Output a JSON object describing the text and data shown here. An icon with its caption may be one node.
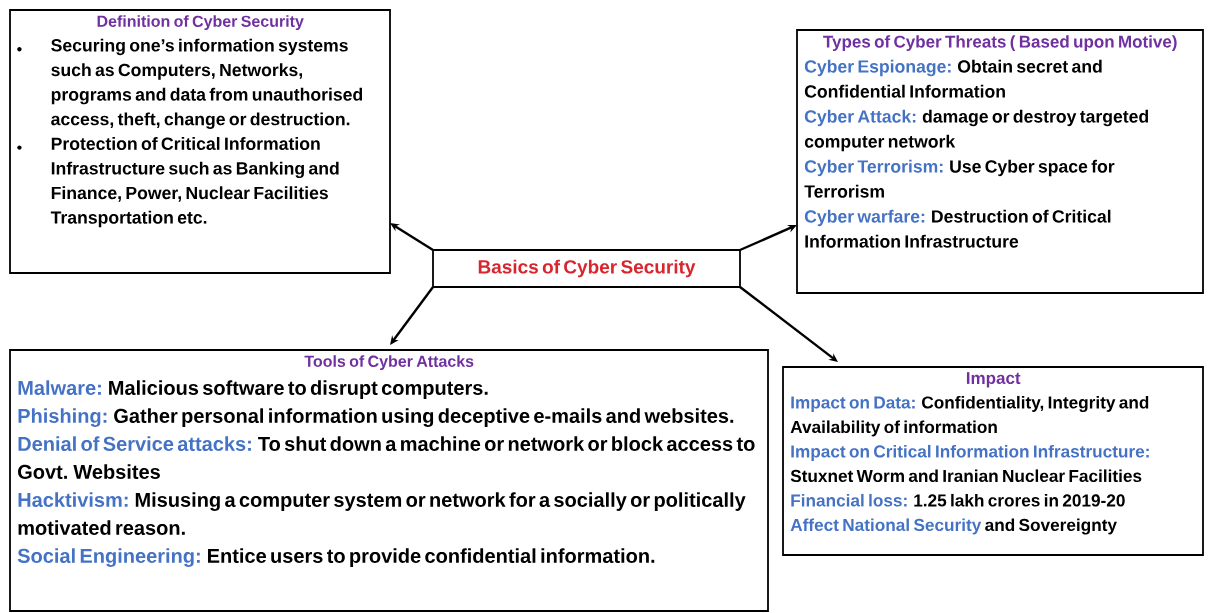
{
  "diagram": {
    "nodes": [
      {
        "text": [
          "Definition of Cyber Security",
          "Securing one’s information systems such as Computers, Networks, programs and data from unauthorised access, theft, change or destruction.",
          "Protection of Critical Information Infrastructure such as Banking and Finance, Power, Nuclear Facilities Transportation etc."
        ]
      },
      {
        "text": [
          "Types of Cyber Threats ( Based upon Motive)",
          "Cyber Espionage:",
          "Obtain secret and Confidential Information",
          "Cyber Attack:",
          "damage or destroy targeted computer network",
          "Cyber Terrorism:",
          "Use Cyber space for Terrorism",
          "Cyber warfare:",
          "Destruction of Critical Information Infrastructure"
        ]
      },
      {
        "text": [
          "Basics of Cyber Security"
        ]
      },
      {
        "text": [
          "Tools of Cyber Attacks",
          "Malware:",
          "Malicious software to disrupt computers.",
          "Phishing:",
          "Gather personal information using deceptive e-mails and websites.",
          "Denial of Service attacks:",
          "To shut down a machine or network or block access to Govt. Websites",
          "Hacktivism:",
          "Misusing a computer system or network for a socially or politically motivated reason.",
          "Social Engineering:",
          "Entice users to provide confidential information."
        ]
      },
      {
        "text": [
          "Impact",
          "Impact on Data:",
          "Confidentiality, Integrity and Availability of information",
          "Impact on Critical Information Infrastructure:",
          "Stuxnet Worm and Iranian Nuclear Facilities",
          "Financial loss:",
          "1.25 lakh crores in 2019-20",
          "Affect National Security",
          "and Sovereignty"
        ]
      }
    ],
    "edges": [
      {
        "from": 2,
        "to": 0,
        "arrow": "to"
      },
      {
        "from": 2,
        "to": 1,
        "arrow": "to"
      },
      {
        "from": 2,
        "to": 3,
        "arrow": "to"
      },
      {
        "from": 2,
        "to": 4,
        "arrow": "to"
      }
    ]
  }
}
